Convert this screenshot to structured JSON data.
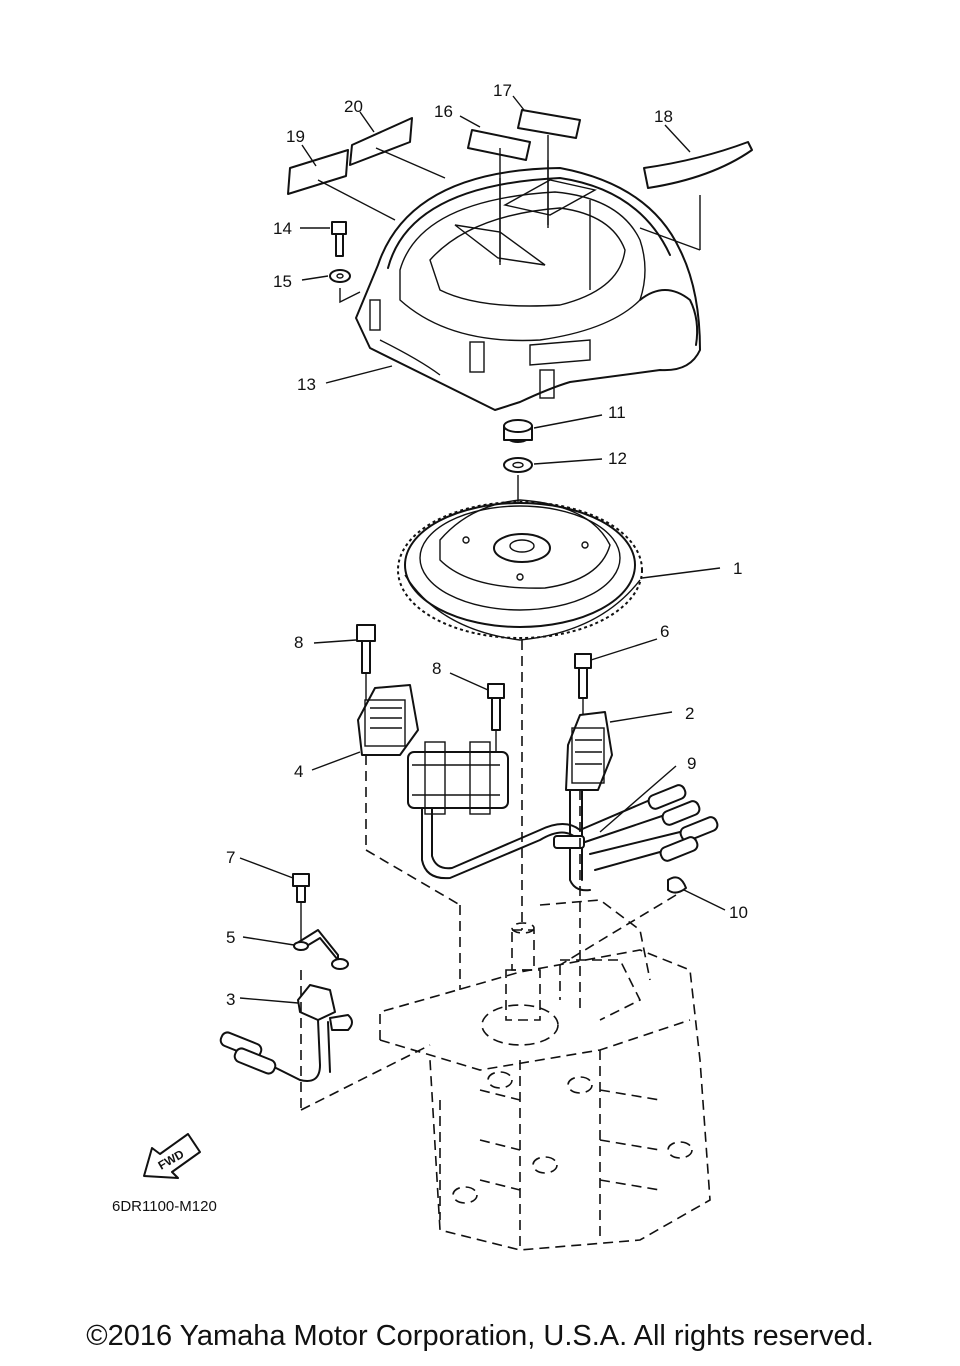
{
  "diagram": {
    "callouts": {
      "c1": "1",
      "c2": "2",
      "c3": "3",
      "c4": "4",
      "c5": "5",
      "c6": "6",
      "c7": "7",
      "c8a": "8",
      "c8b": "8",
      "c9": "9",
      "c10": "10",
      "c11": "11",
      "c12": "12",
      "c13": "13",
      "c14": "14",
      "c15": "15",
      "c16": "16",
      "c17": "17",
      "c18": "18",
      "c19": "19",
      "c20": "20"
    },
    "fwd_label": "FWD",
    "diagram_code": "6DR1100-M120"
  },
  "footer": {
    "copyright": "©2016 Yamaha Motor Corporation, U.S.A. All rights reserved."
  }
}
